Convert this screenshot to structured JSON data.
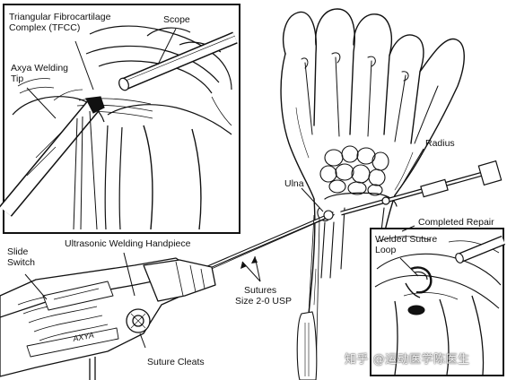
{
  "labels": {
    "tfcc_line1": "Triangular Fibrocartilage",
    "tfcc_line2": "Complex (TFCC)",
    "scope": "Scope",
    "axya_line1": "Axya Welding",
    "axya_line2": "Tip",
    "radius": "Radius",
    "ulna": "Ulna",
    "completed_repair": "Completed Repair",
    "welded_line1": "Welded Suture",
    "welded_line2": "Loop",
    "slide_line1": "Slide",
    "slide_line2": "Switch",
    "handpiece": "Ultrasonic Welding Handpiece",
    "sutures_line1": "Sutures",
    "sutures_line2": "Size 2-0 USP",
    "suture_cleats": "Suture Cleats",
    "device_marking": "AXYA"
  },
  "watermark": "知乎 @运动医学陈医生"
}
